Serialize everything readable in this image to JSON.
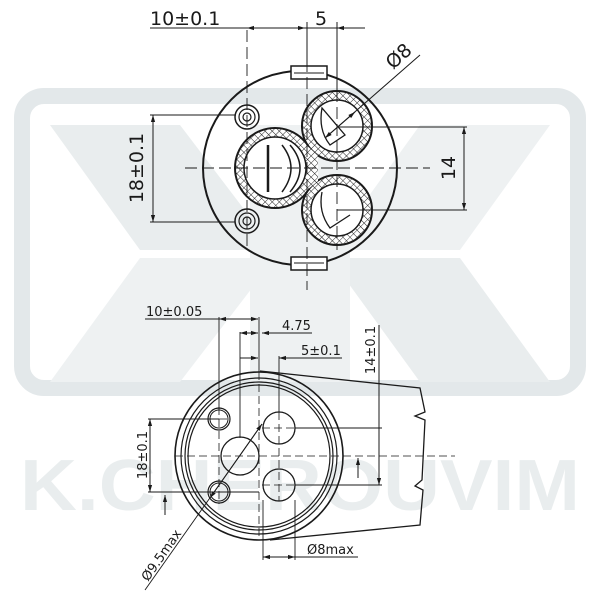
{
  "watermark": {
    "brand_text": "K.CHEROUVIM",
    "logo_icon": "k-chevron-logo",
    "color_light": "#e9edee",
    "color_frame": "#e3e8ea"
  },
  "top_view": {
    "title": "cartridge-top-view",
    "dims": {
      "horizontal_left": "10±0.1",
      "horizontal_right": "5",
      "diameter": "Ø8",
      "vertical_left": "18±0.1",
      "vertical_right": "14"
    }
  },
  "bottom_view": {
    "title": "cartridge-bottom-view",
    "dims": {
      "horizontal_1": "10±0.05",
      "horizontal_2": "4.75",
      "horizontal_3": "5±0.1",
      "vertical_right": "14±0.1",
      "vertical_left": "18±0.1",
      "diameter_outer": "Ø9.5max",
      "diameter_holes": "Ø8max"
    }
  },
  "colors": {
    "line": "#1a1a1a",
    "background": "#ffffff"
  }
}
